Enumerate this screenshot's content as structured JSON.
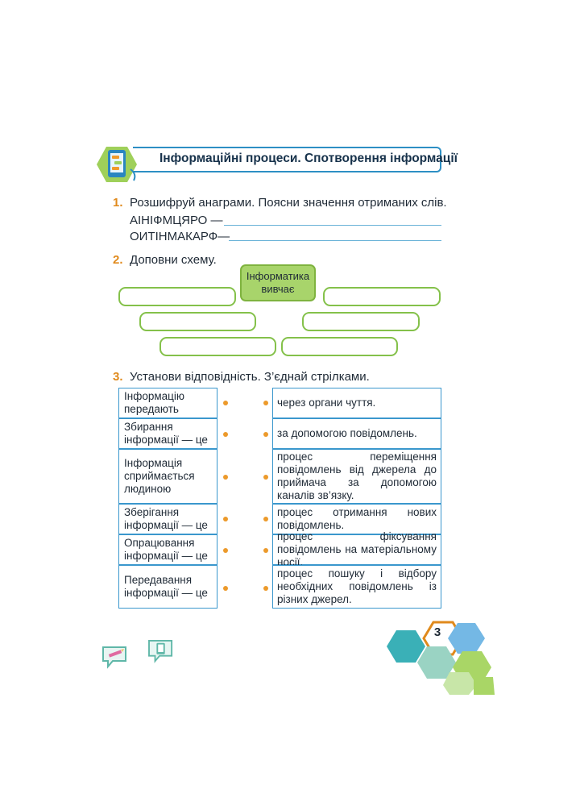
{
  "header": {
    "title": "Інформаційні процеси. Спотворення інформації",
    "icon": "phone-chat-icon"
  },
  "task1": {
    "number": "1.",
    "text": "Розшифруй анаграми. Поясни значення отриманих слів.",
    "anagrams": [
      "АІНІФМЦЯРО —",
      "ОИТІНМАКАРФ—"
    ]
  },
  "task2": {
    "number": "2.",
    "text": "Доповни схему.",
    "center_line1": "Інформатика",
    "center_line2": "вивчає"
  },
  "task3": {
    "number": "3.",
    "text": "Установи відповідність. З’єднай стрілками.",
    "left": [
      "Інформацію передають",
      "Збирання інформації — це",
      "Інформація сприймається людиною",
      "Зберігання інформації — це",
      "Опрацювання інформації — це",
      "Передавання інформації — це"
    ],
    "right": [
      "через органи чуття.",
      "за допомогою повідомлень.",
      "процес переміщення повідомлень від джерела до приймача за допомогою каналів зв’язку.",
      "процес отримання нових повідомлень.",
      "процес фіксування повідомлень на матеріальному носії.",
      "процес пошуку і відбору необхідних повідомлень із різних джерел."
    ]
  },
  "footer": {
    "page_number": "3",
    "colors": {
      "accent": "#2d8fc4",
      "green": "#84c14a",
      "orange": "#e08a1c"
    }
  }
}
